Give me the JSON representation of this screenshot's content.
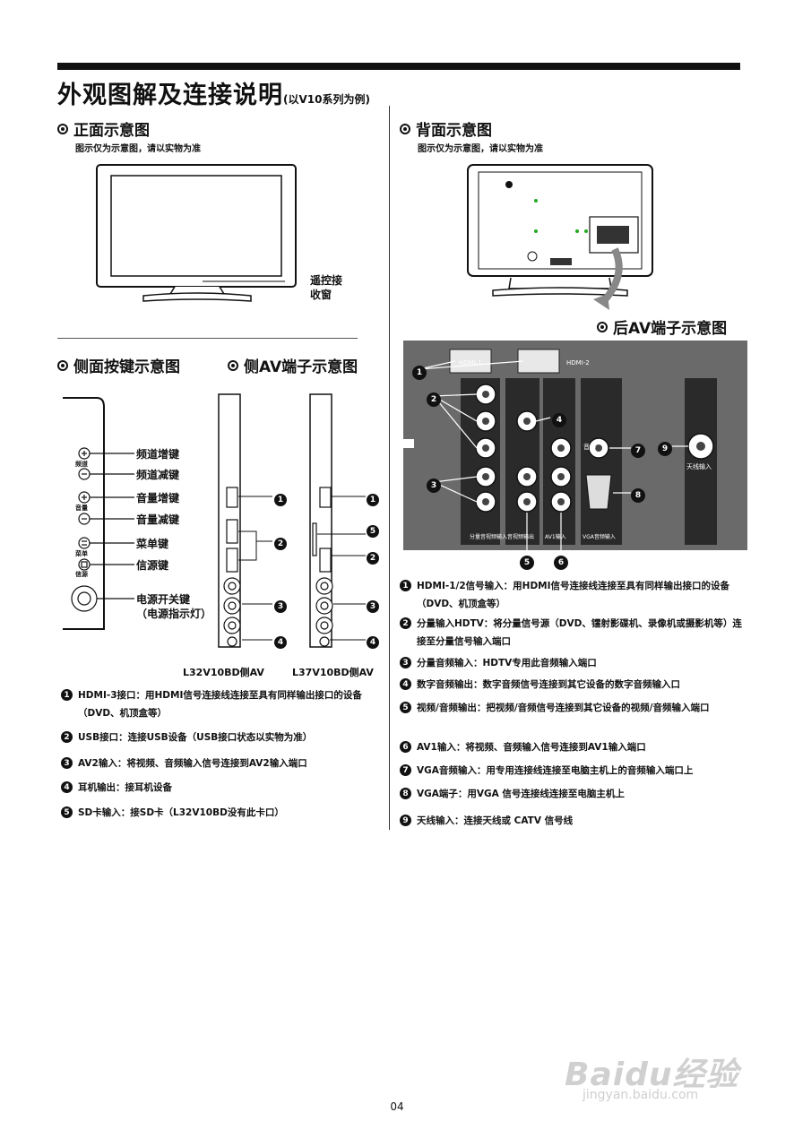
{
  "header": {
    "title": "外观图解及连接说明",
    "subtitle": "(以V10系列为例)"
  },
  "front": {
    "heading": "正面示意图",
    "note": "图示仅为示意图，请以实物为准",
    "remote_label_1": "遥控接",
    "remote_label_2": "收窗"
  },
  "side": {
    "heading_keys": "侧面按键示意图",
    "heading_av": "侧AV端子示意图",
    "keys": [
      "频道增键",
      "频道减键",
      "音量增键",
      "音量减键",
      "菜单键",
      "信源键",
      "电源开关键",
      "（电源指示灯）"
    ],
    "small_labels": [
      "频道",
      "音量",
      "菜单",
      "信源"
    ],
    "model_a": "L32V10BD侧AV",
    "model_b": "L37V10BD侧AV",
    "callouts": [
      "1",
      "2",
      "3",
      "4",
      "1",
      "5",
      "2",
      "3",
      "4"
    ]
  },
  "side_descriptions": [
    {
      "num": "1",
      "text": "HDMI-3接口：用HDMI信号连接线连接至具有同样输出接口的设备（DVD、机顶盒等）"
    },
    {
      "num": "2",
      "text": "USB接口：连接USB设备（USB接口状态以实物为准）"
    },
    {
      "num": "3",
      "text": "AV2输入：将视频、音频输入信号连接到AV2输入端口"
    },
    {
      "num": "4",
      "text": "耳机输出：接耳机设备"
    },
    {
      "num": "5",
      "text": "SD卡输入：接SD卡（L32V10BD没有此卡口）"
    }
  ],
  "back": {
    "heading": "背面示意图",
    "note": "图示仅为示意图，请以实物为准",
    "panel_heading": "后AV端子示意图",
    "panel_labels": {
      "hdmi1": "HDMI-1",
      "hdmi2": "HDMI-2",
      "antenna": "天线输入",
      "vga_audio": "音频",
      "col1": "分量音视频输入",
      "col2": "音视频输出",
      "col3": "AV1输入",
      "col4": "VGA音频输入"
    },
    "callouts": [
      "1",
      "2",
      "3",
      "4",
      "5",
      "6",
      "7",
      "8",
      "9"
    ]
  },
  "back_descriptions": [
    {
      "num": "1",
      "text": "HDMI-1/2信号输入：用HDMI信号连接线连接至具有同样输出接口的设备（DVD、机顶盒等）"
    },
    {
      "num": "2",
      "text": "分量输入HDTV：将分量信号源（DVD、镭射影碟机、录像机或摄影机等）连接至分量信号输入端口"
    },
    {
      "num": "3",
      "text": "分量音频输入：HDTV专用此音频输入端口"
    },
    {
      "num": "4",
      "text": "数字音频输出：数字音频信号连接到其它设备的数字音频输入口"
    },
    {
      "num": "5",
      "text": "视频/音频输出：把视频/音频信号连接到其它设备的视频/音频输入端口"
    },
    {
      "num": "6",
      "text": "AV1输入：将视频、音频输入信号连接到AV1输入端口"
    },
    {
      "num": "7",
      "text": "VGA音频输入：用专用连接线连接至电脑主机上的音频输入端口上"
    },
    {
      "num": "8",
      "text": "VGA端子：用VGA 信号连接线连接至电脑主机上"
    },
    {
      "num": "9",
      "text": "天线输入：连接天线或 CATV 信号线"
    }
  ],
  "footer": {
    "page_number": "04",
    "watermark": "Baidu经验",
    "watermark_url": "jingyan.baidu.com"
  }
}
